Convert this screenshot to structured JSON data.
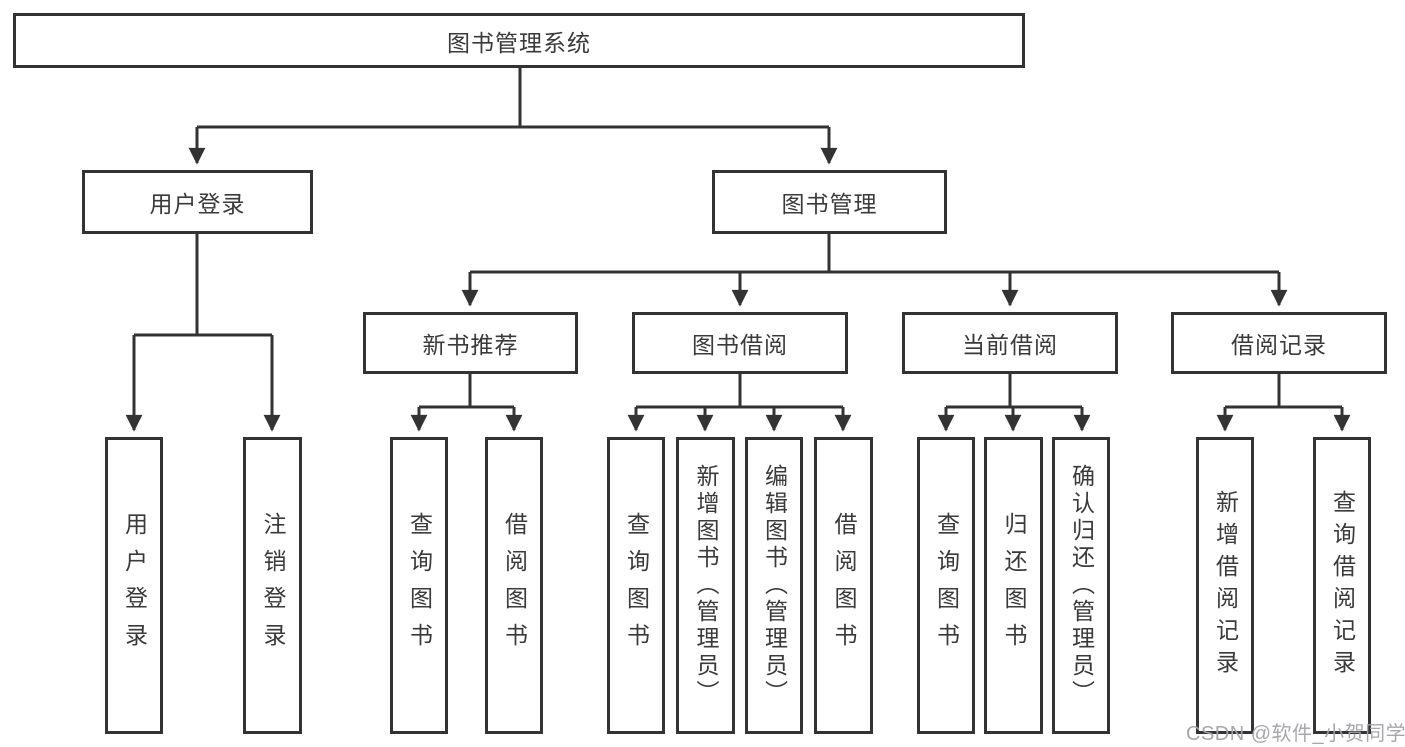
{
  "diagram": {
    "title": "图书管理系统",
    "colors": {
      "line": "#333333",
      "text": "#3a3a3a",
      "background": "#ffffff",
      "watermark": "#a2a2aa"
    },
    "watermark": "CSDN @软件_小贺同学",
    "nodes": {
      "root": {
        "label": "图书管理系统"
      },
      "level2": [
        {
          "id": "user-login",
          "label": "用户登录"
        },
        {
          "id": "book-management",
          "label": "图书管理"
        }
      ],
      "level3": [
        {
          "id": "new-book-recommend",
          "label": "新书推荐",
          "parent": "图书管理"
        },
        {
          "id": "book-borrow",
          "label": "图书借阅",
          "parent": "图书管理"
        },
        {
          "id": "current-borrow",
          "label": "当前借阅",
          "parent": "图书管理"
        },
        {
          "id": "borrow-records",
          "label": "借阅记录",
          "parent": "图书管理"
        }
      ],
      "level4": [
        {
          "id": "user-login-leaf",
          "label": "用户登录",
          "parent": "用户登录"
        },
        {
          "id": "logout-leaf",
          "label": "注销登录",
          "parent": "用户登录"
        },
        {
          "id": "query-books-1",
          "label": "查询图书",
          "parent": "新书推荐"
        },
        {
          "id": "borrow-books-1",
          "label": "借阅图书",
          "parent": "新书推荐"
        },
        {
          "id": "query-books-2",
          "label": "查询图书",
          "parent": "图书借阅"
        },
        {
          "id": "add-books-admin",
          "label": "新增图书（管理员）",
          "parent": "图书借阅"
        },
        {
          "id": "edit-books-admin",
          "label": "编辑图书（管理员）",
          "parent": "图书借阅"
        },
        {
          "id": "borrow-books-2",
          "label": "借阅图书",
          "parent": "图书借阅"
        },
        {
          "id": "query-books-3",
          "label": "查询图书",
          "parent": "当前借阅"
        },
        {
          "id": "return-books",
          "label": "归还图书",
          "parent": "当前借阅"
        },
        {
          "id": "confirm-return-admin",
          "label": "确认归还（管理员）",
          "parent": "当前借阅"
        },
        {
          "id": "add-borrow-record",
          "label": "新增借阅记录",
          "parent": "借阅记录"
        },
        {
          "id": "query-borrow-record",
          "label": "查询借阅记录",
          "parent": "借阅记录"
        }
      ]
    }
  }
}
